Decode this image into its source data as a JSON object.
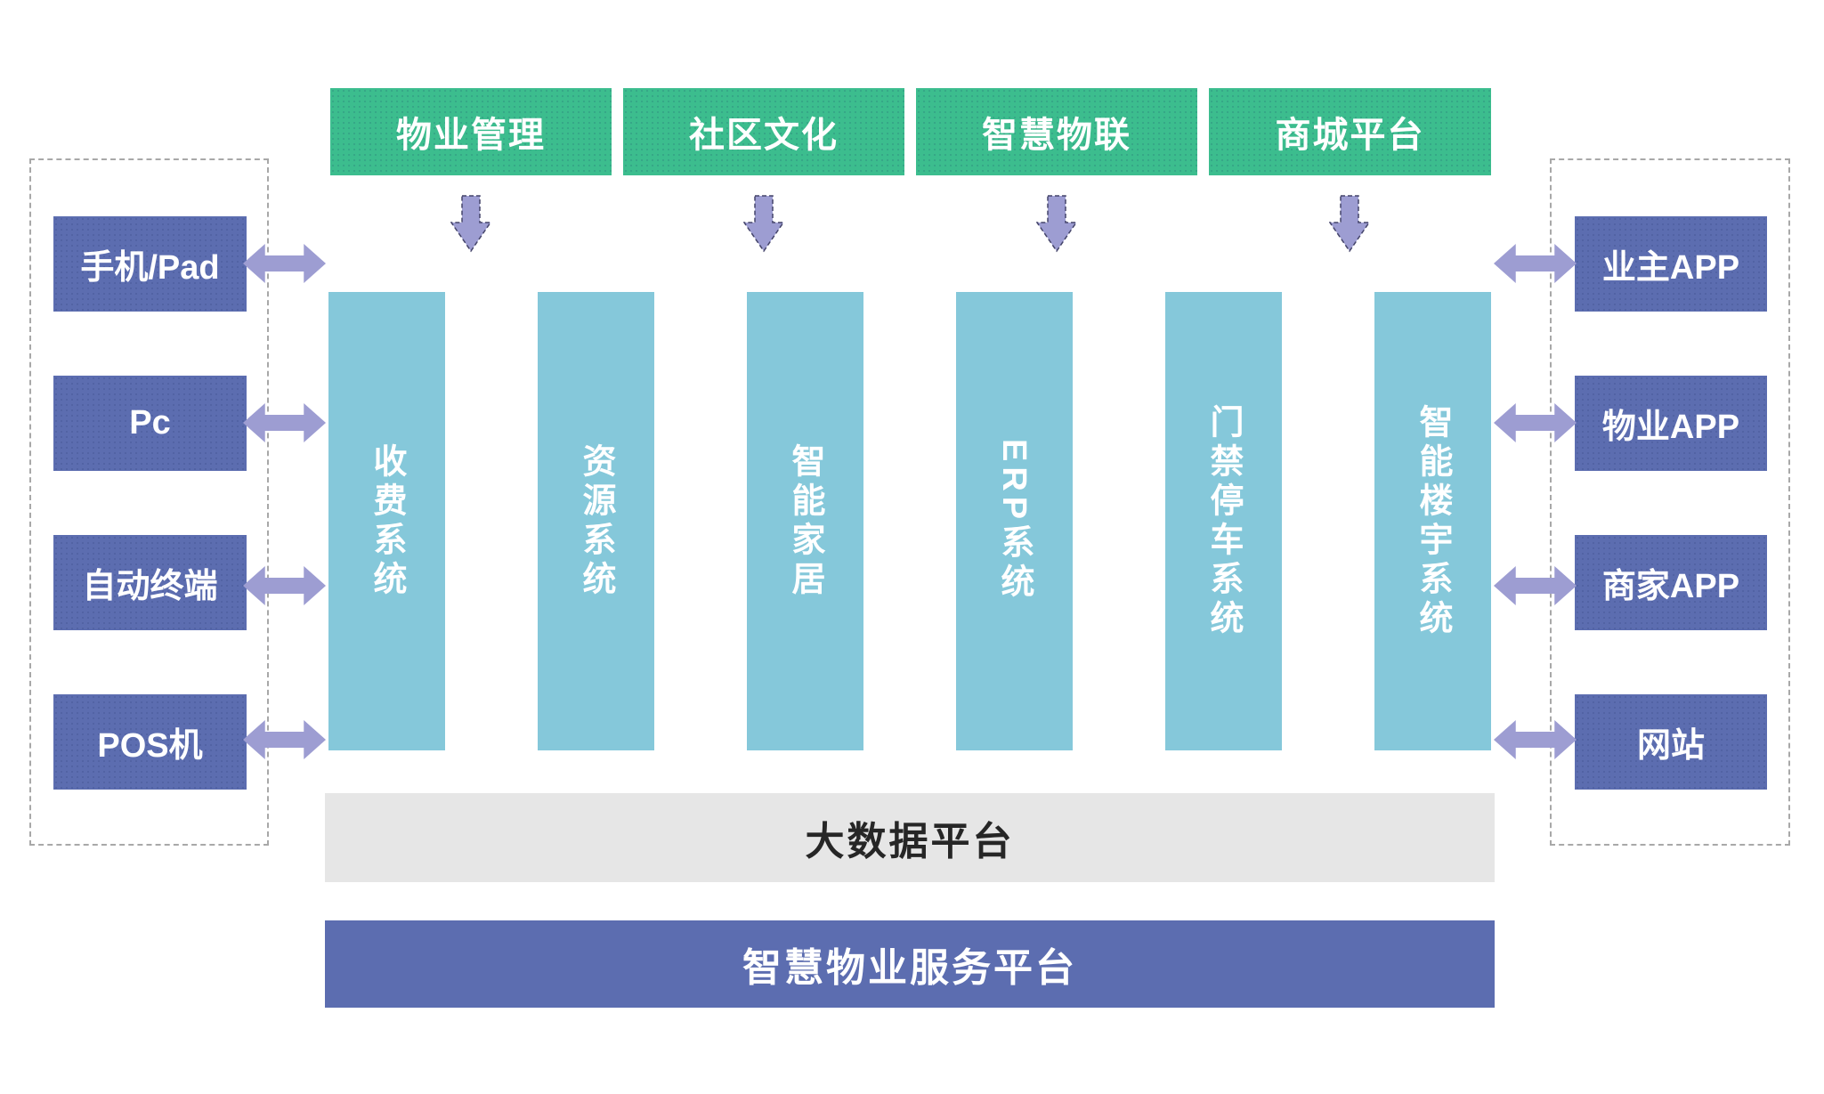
{
  "colors": {
    "green": "#3CBD8E",
    "purple": "#5C6DB0",
    "teal": "#85C8DA",
    "arrow": "#9D9DD2",
    "arrow-border": "#44446A",
    "gray-bar": "#E6E6E6",
    "dash-border": "#A8A8A8",
    "text-dark": "#262626"
  },
  "top_modules": {
    "items": [
      "物业管理",
      "社区文化",
      "智慧物联",
      "商城平台"
    ]
  },
  "left_terminals": {
    "items": [
      "手机/Pad",
      "Pc",
      "自动终端",
      "POS机"
    ]
  },
  "right_apps": {
    "items": [
      "业主APP",
      "物业APP",
      "商家APP",
      "网站"
    ]
  },
  "systems": {
    "items": [
      "收费系统",
      "资源系统",
      "智能家居",
      "ERP系统",
      "门禁停车系统",
      "智能楼宇系统"
    ]
  },
  "platforms": {
    "big_data": "大数据平台",
    "service": "智慧物业服务平台"
  }
}
